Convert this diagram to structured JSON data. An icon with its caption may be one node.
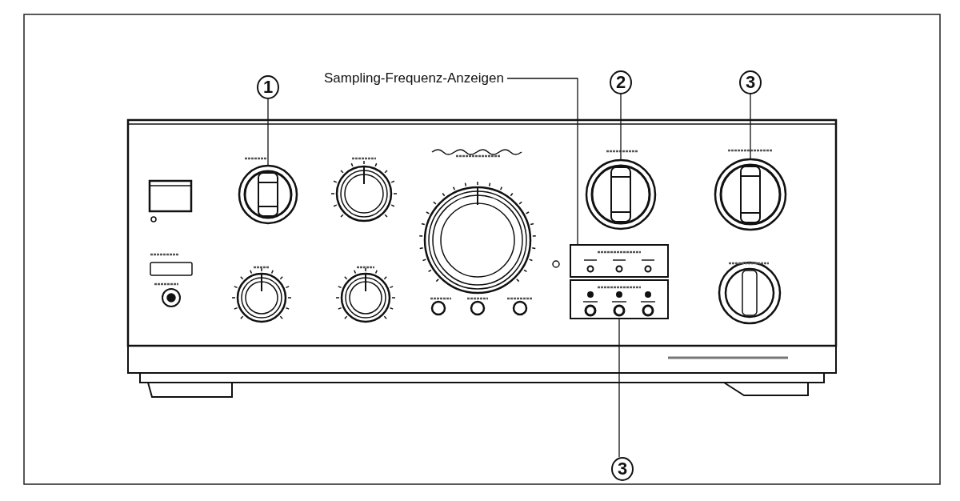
{
  "diagram": {
    "nodes": [
      {
        "text": [
          "1"
        ]
      },
      {
        "text": [
          "Sampling-Frequenz-Anzeigen"
        ]
      },
      {
        "text": [
          "2"
        ]
      },
      {
        "text": [
          "3"
        ]
      },
      {
        "text": [],
        "shape": "circle"
      },
      {
        "text": [],
        "shape": "circle"
      },
      {
        "text": [],
        "shape": "circle"
      },
      {
        "text": [],
        "shape": "box"
      },
      {
        "text": [],
        "shape": "box"
      },
      {
        "text": [
          "3"
        ]
      }
    ],
    "edges": [
      {
        "from": 0,
        "to": 4,
        "arrow": "none"
      },
      {
        "from": 1,
        "to": 7,
        "arrow": "none"
      },
      {
        "from": 2,
        "to": 5,
        "arrow": "none"
      },
      {
        "from": 3,
        "to": 6,
        "arrow": "none"
      },
      {
        "from": 9,
        "to": 8,
        "arrow": "none"
      }
    ]
  }
}
